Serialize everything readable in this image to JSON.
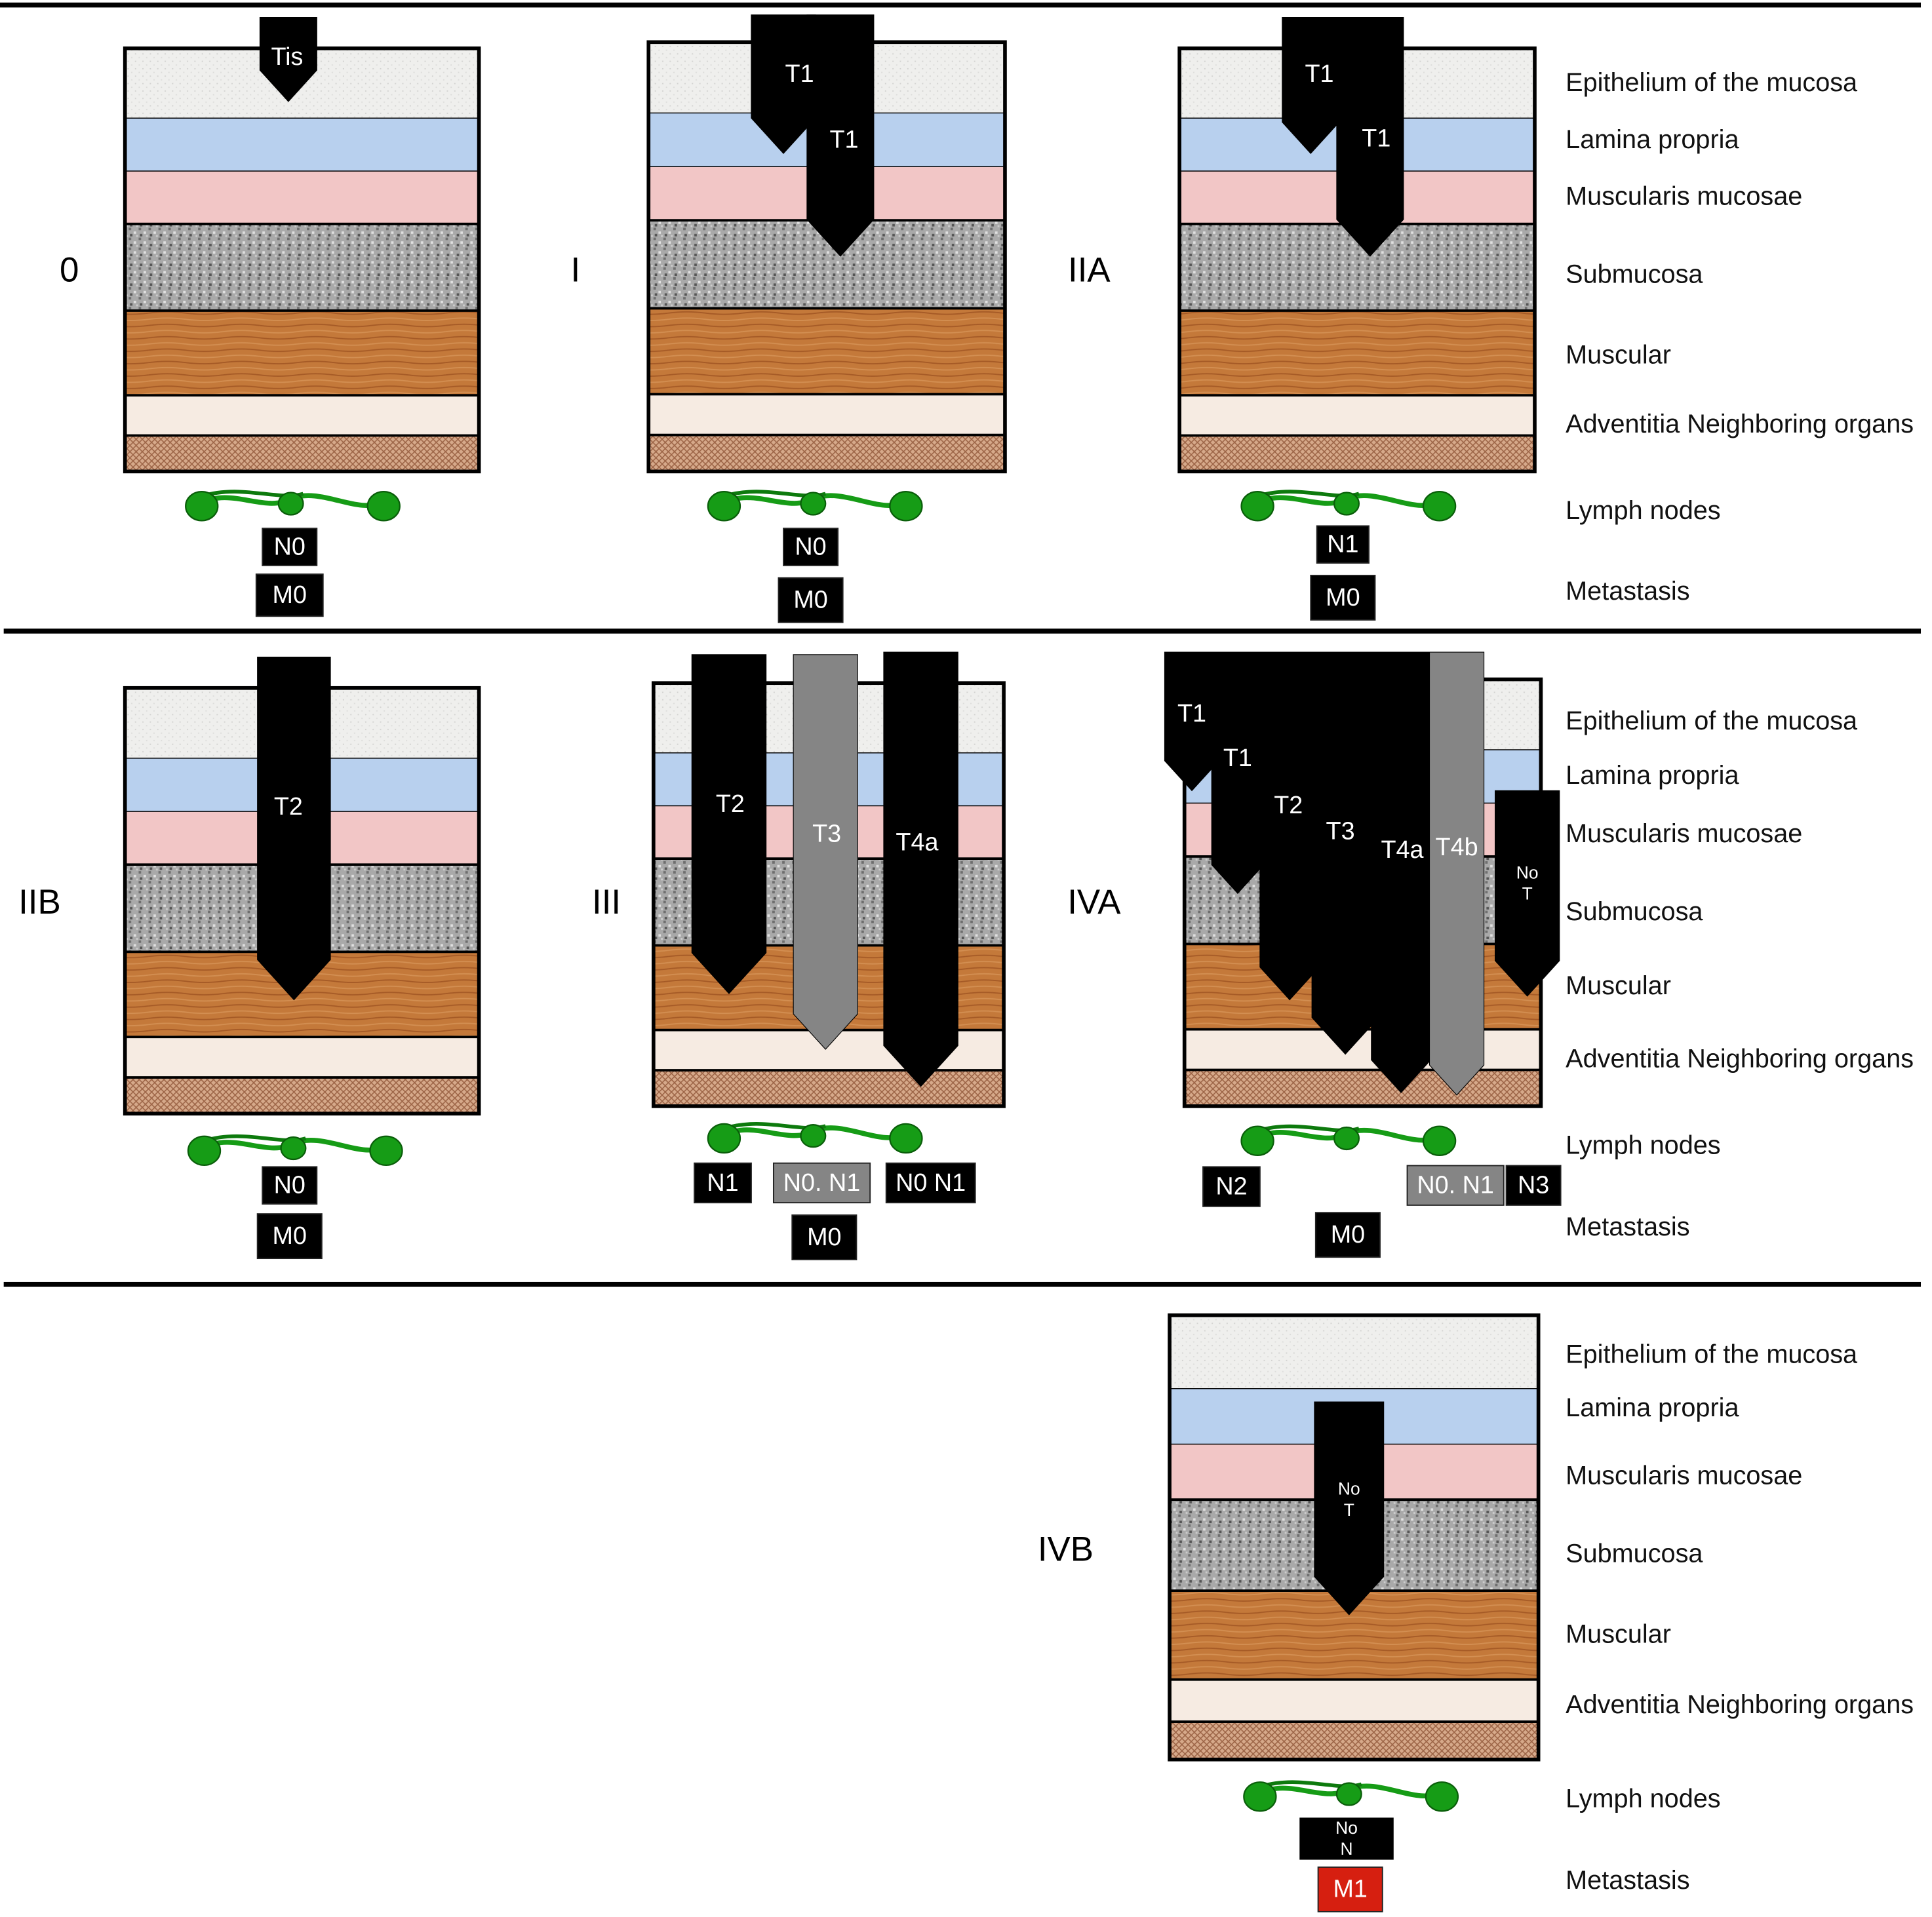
{
  "legend_labels": {
    "epithelium": "Epithelium of the mucosa",
    "lamina": "Lamina propria",
    "muscularis_mucosae": "Muscularis mucosae",
    "submucosa": "Submucosa",
    "muscular": "Muscular",
    "adventitia": "Adventitia Neighboring organs",
    "lymph_nodes": "Lymph nodes",
    "metastasis": "Metastasis"
  },
  "colors": {
    "epithelium": "#efefed",
    "lamina": "#b8d0ee",
    "muscularis_mucosae": "#f2c6c6",
    "submucosa": "#a9a9a9",
    "muscular": "#c4793a",
    "adventitia": "#f6ebe2",
    "neighboring": "#d6a98a",
    "tumor_black": "#000000",
    "tumor_gray": "#858585",
    "node_green": "#169c16",
    "metastasis_red": "#d61f10"
  },
  "stages": [
    {
      "key": "s0",
      "label": "0",
      "tumors": [
        {
          "label": "Tis",
          "color": "black"
        }
      ],
      "nodes": [
        {
          "label": "N0",
          "color": "black"
        }
      ],
      "metastasis": [
        {
          "label": "M0",
          "color": "black"
        }
      ]
    },
    {
      "key": "s1",
      "label": "I",
      "tumors": [
        {
          "label": "T1",
          "color": "black"
        },
        {
          "label": "T1",
          "color": "black"
        }
      ],
      "nodes": [
        {
          "label": "N0",
          "color": "black"
        }
      ],
      "metastasis": [
        {
          "label": "M0",
          "color": "black"
        }
      ]
    },
    {
      "key": "s2a",
      "label": "IIA",
      "tumors": [
        {
          "label": "T1",
          "color": "black"
        },
        {
          "label": "T1",
          "color": "black"
        }
      ],
      "nodes": [
        {
          "label": "N1",
          "color": "black"
        }
      ],
      "metastasis": [
        {
          "label": "M0",
          "color": "black"
        }
      ]
    },
    {
      "key": "s2b",
      "label": "IIB",
      "tumors": [
        {
          "label": "T2",
          "color": "black"
        }
      ],
      "nodes": [
        {
          "label": "N0",
          "color": "black"
        }
      ],
      "metastasis": [
        {
          "label": "M0",
          "color": "black"
        }
      ]
    },
    {
      "key": "s3",
      "label": "III",
      "tumors": [
        {
          "label": "T2",
          "color": "black"
        },
        {
          "label": "T3",
          "color": "gray"
        },
        {
          "label": "T4a",
          "color": "black"
        }
      ],
      "nodes": [
        {
          "label": "N1",
          "color": "black"
        },
        {
          "label": "N0. N1",
          "color": "gray"
        },
        {
          "label": "N0 N1",
          "color": "black"
        }
      ],
      "metastasis": [
        {
          "label": "M0",
          "color": "black"
        }
      ]
    },
    {
      "key": "s4a",
      "label": "IVA",
      "tumors": [
        {
          "label": "T1",
          "color": "black"
        },
        {
          "label": "T1",
          "color": "black"
        },
        {
          "label": "T2",
          "color": "black"
        },
        {
          "label": "T3",
          "color": "black"
        },
        {
          "label": "T4a",
          "color": "black"
        },
        {
          "label": "T4b",
          "color": "gray"
        },
        {
          "label": "No T",
          "color": "black"
        }
      ],
      "nodes": [
        {
          "label": "N2",
          "color": "black"
        },
        {
          "label": "N0. N1",
          "color": "gray"
        },
        {
          "label": "N3",
          "color": "black"
        }
      ],
      "metastasis": [
        {
          "label": "M0",
          "color": "black"
        }
      ]
    },
    {
      "key": "s4b",
      "label": "IVB",
      "tumors": [
        {
          "label": "No T",
          "color": "black"
        }
      ],
      "nodes": [
        {
          "label": "No N",
          "color": "black"
        }
      ],
      "metastasis": [
        {
          "label": "M1",
          "color": "red"
        }
      ]
    }
  ]
}
